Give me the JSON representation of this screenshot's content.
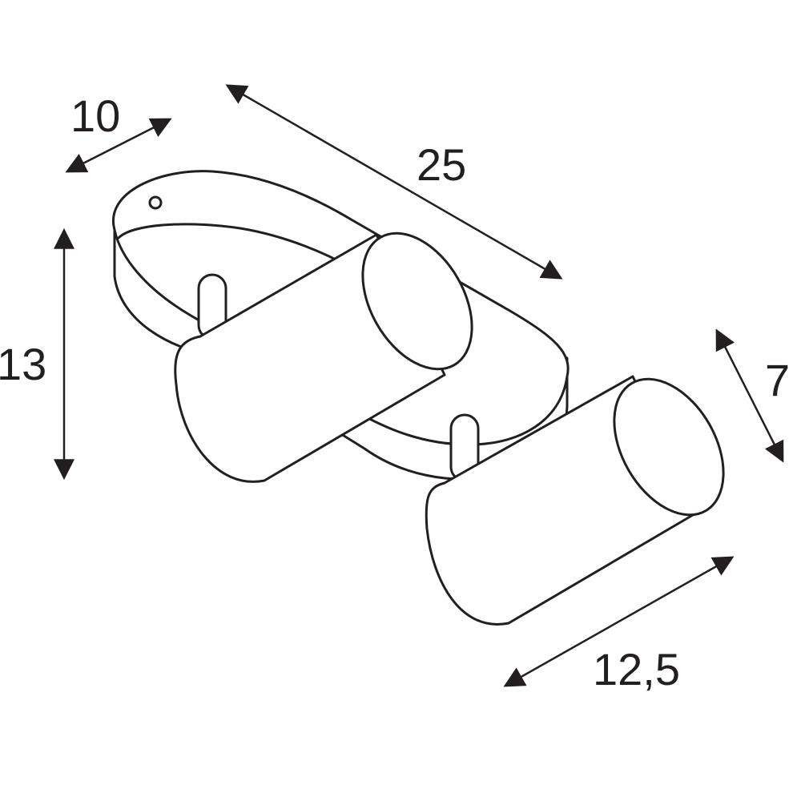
{
  "dimensions": {
    "base_depth": "10",
    "total_length": "25",
    "total_height": "13",
    "head_diameter": "7",
    "head_length": "12,5"
  },
  "colors": {
    "line": "#231f20",
    "fill": "#ffffff"
  }
}
